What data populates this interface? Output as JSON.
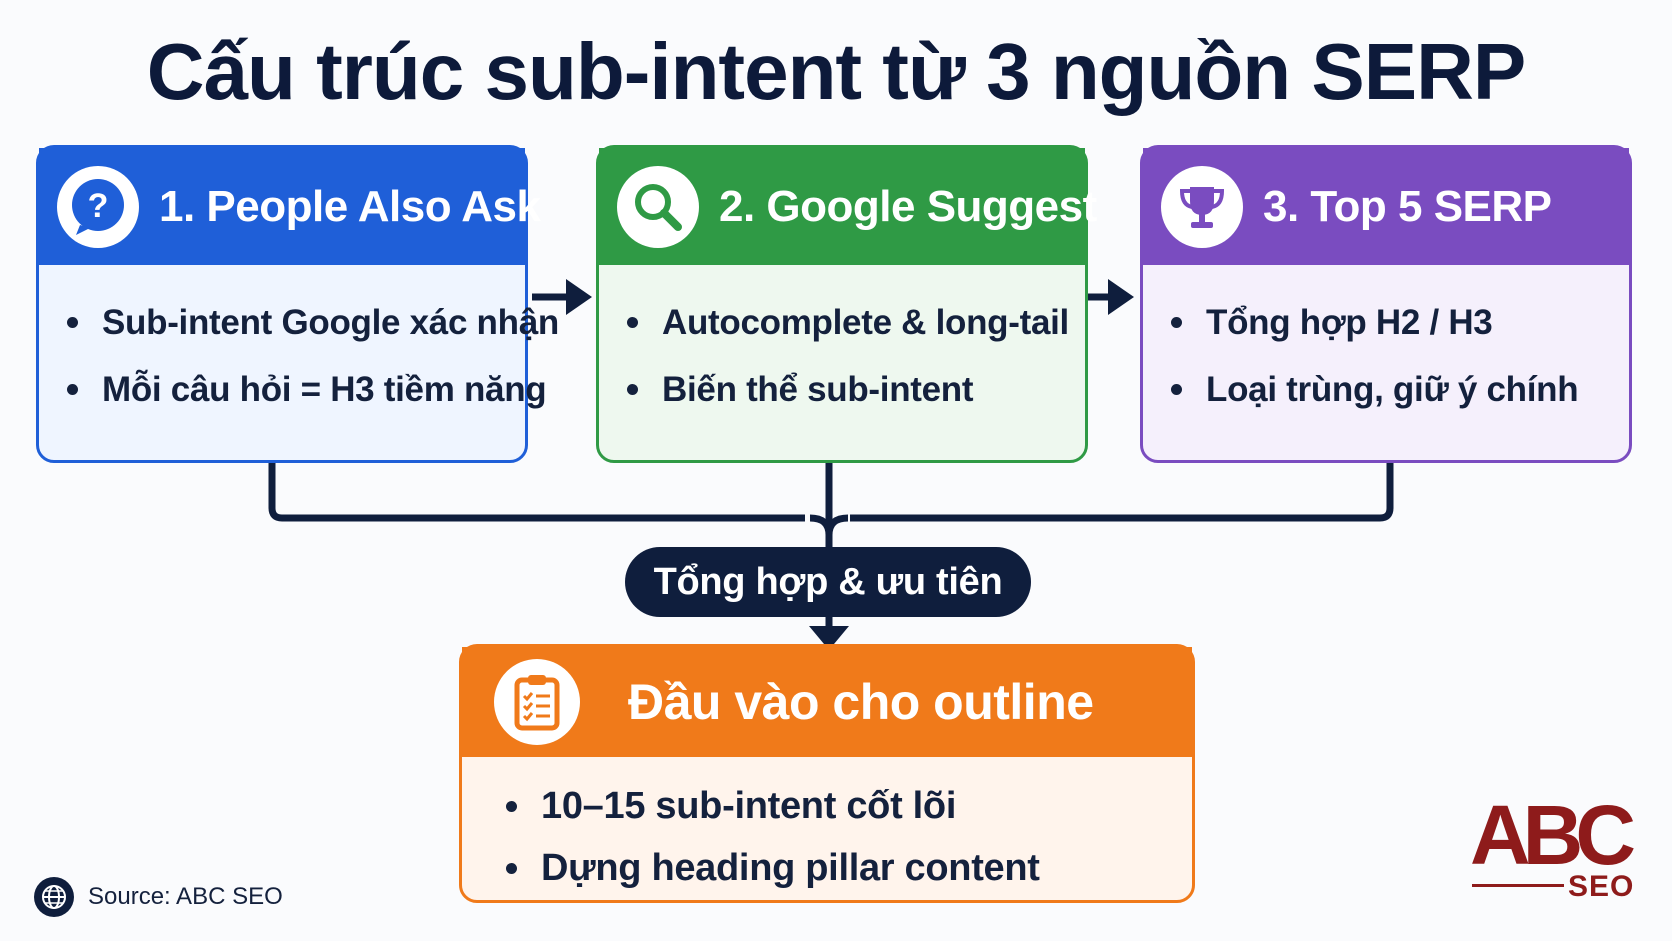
{
  "title": "Cấu trúc sub-intent từ 3 nguồn SERP",
  "sources": [
    {
      "title": "1. People Also Ask",
      "icon": "question-bubble-icon",
      "color": "#1f5fd8",
      "bullets": [
        "Sub-intent Google xác nhận",
        "Mỗi câu hỏi = H3 tiềm năng"
      ]
    },
    {
      "title": "2. Google Suggest",
      "icon": "search-icon",
      "color": "#2f9a45",
      "bullets": [
        "Autocomplete & long-tail",
        "Biến thể sub-intent"
      ]
    },
    {
      "title": "3. Top 5 SERP",
      "icon": "trophy-icon",
      "color": "#7a4cc0",
      "bullets": [
        "Tổng hợp H2 / H3",
        "Loại trùng, giữ ý chính"
      ]
    }
  ],
  "merge_label": "Tổng hợp & ưu tiên",
  "output": {
    "title": "Đầu vào cho outline",
    "icon": "checklist-clipboard-icon",
    "color": "#f07a1a",
    "bullets": [
      "10–15 sub-intent cốt lõi",
      "Dựng heading pillar content"
    ]
  },
  "source_note": "Source: ABC SEO",
  "logo": {
    "main": "ABC",
    "sub": "SEO",
    "color": "#8e1b1b"
  }
}
